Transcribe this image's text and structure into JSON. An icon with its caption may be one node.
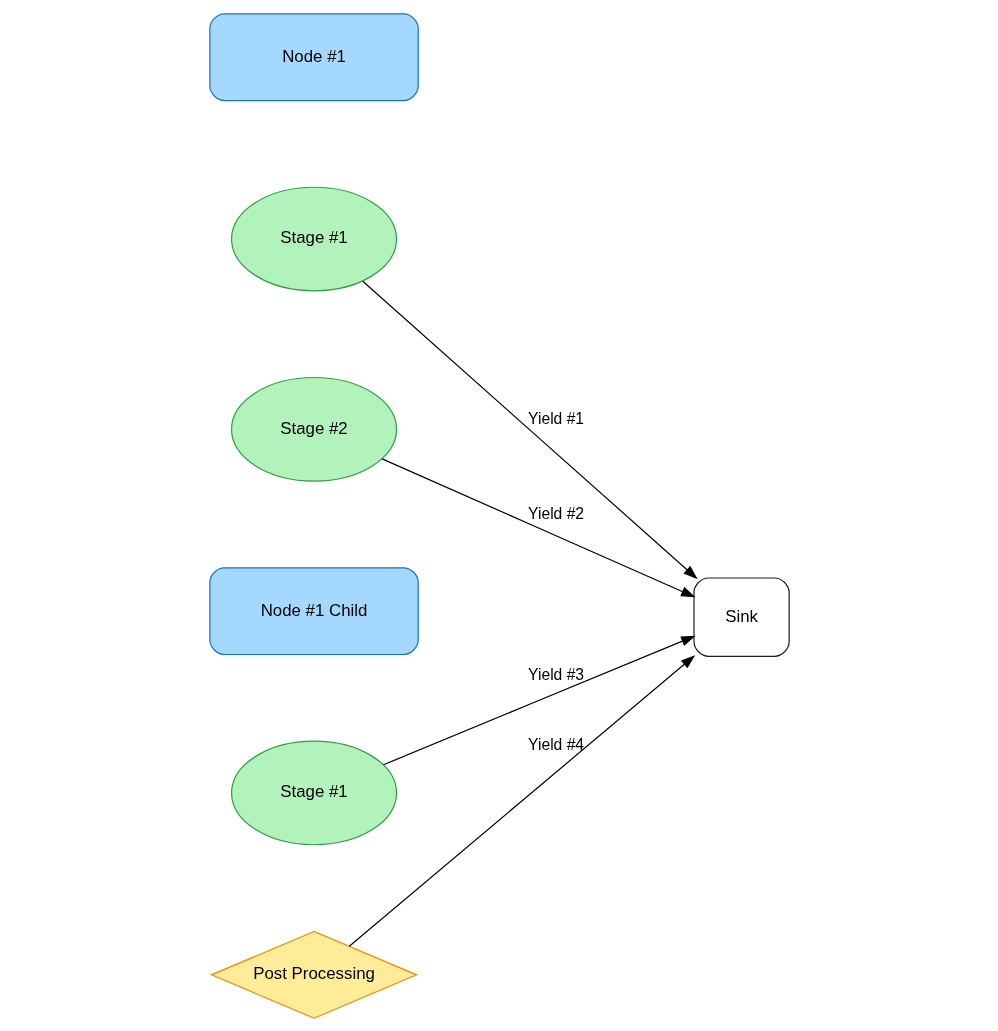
{
  "diagram": {
    "nodes": [
      {
        "text": [
          "Node #1"
        ]
      },
      {
        "text": [
          "Stage #1"
        ]
      },
      {
        "text": [
          "Stage #2"
        ]
      },
      {
        "text": [
          "Sink"
        ]
      },
      {
        "text": [
          "Node #1 Child"
        ]
      },
      {
        "text": [
          "Stage #1"
        ]
      },
      {
        "text": [
          "Post Processing"
        ]
      }
    ],
    "edges": [
      {
        "from": 1,
        "to": 3,
        "arrow": "to",
        "label": "Yield #1"
      },
      {
        "from": 2,
        "to": 3,
        "arrow": "to",
        "label": "Yield #2"
      },
      {
        "from": 5,
        "to": 3,
        "arrow": "to",
        "label": "Yield #3"
      },
      {
        "from": 6,
        "to": 3,
        "arrow": "to",
        "label": "Yield #4"
      }
    ]
  }
}
